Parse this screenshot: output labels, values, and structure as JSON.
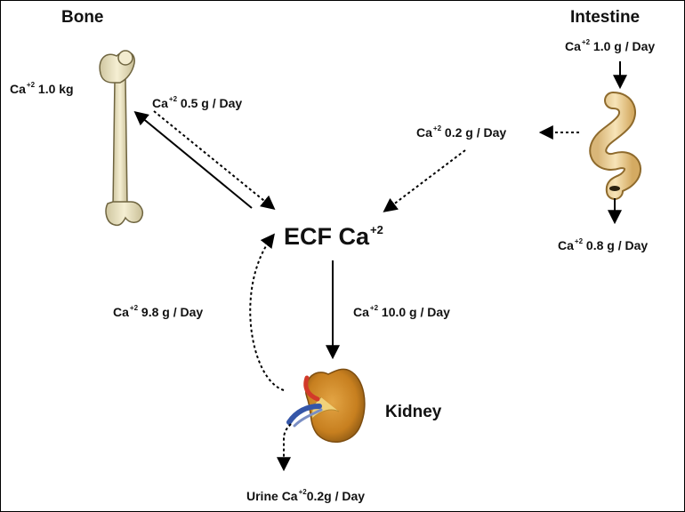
{
  "organs": {
    "bone": "Bone",
    "intestine": "Intestine",
    "kidney": "Kidney"
  },
  "center": {
    "base": "ECF Ca",
    "sup": "+2"
  },
  "labels": {
    "bone_store": {
      "base": "Ca",
      "sup": "+2",
      "value": " 1.0 kg"
    },
    "bone_flux": {
      "base": "Ca",
      "sup": "+2",
      "value": " 0.5 g / Day"
    },
    "intake": {
      "base": "Ca",
      "sup": "+2",
      "value": " 1.0 g / Day"
    },
    "absorbed": {
      "base": "Ca",
      "sup": "+2",
      "value": " 0.2 g / Day"
    },
    "fecal": {
      "base": "Ca",
      "sup": "+2",
      "value": " 0.8 g / Day"
    },
    "reabsorbed": {
      "base": "Ca",
      "sup": "+2",
      "value": " 9.8 g / Day"
    },
    "filtered": {
      "base": "Ca",
      "sup": "+2",
      "value": " 10.0 g / Day"
    },
    "urine": {
      "prefix": "Urine ",
      "base": "Ca",
      "sup": "+2",
      "value": "0.2g / Day"
    }
  },
  "colors": {
    "bone": "#efe7c4",
    "intestine": "#f3dba4",
    "kidney": "#c77f1f",
    "vessel_red": "#d23a2a",
    "vessel_blue": "#3556a8"
  }
}
